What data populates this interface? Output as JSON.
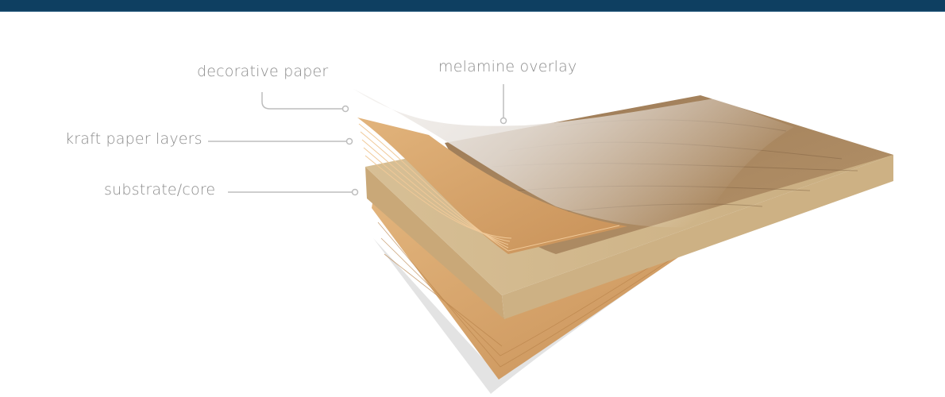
{
  "header": {
    "bar_color": "#0e3f61"
  },
  "labels": {
    "decorative_paper": "decorative paper",
    "melamine_overlay": "melamine overlay",
    "kraft_paper_layers": "kraft paper layers",
    "substrate_core": "substrate/core"
  },
  "colors": {
    "label_text": "#8c8c8c",
    "leader_line": "#bdbdbd",
    "wood": "#a88763",
    "kraft": "#d9a66e",
    "substrate": "#cfb58c"
  }
}
